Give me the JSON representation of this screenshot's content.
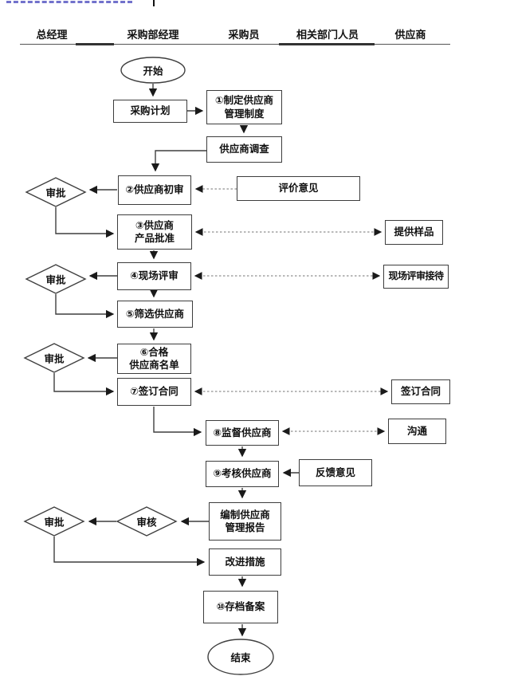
{
  "page": {
    "title_artifact": "cropped blue text fragment at top edge",
    "colors": {
      "background": "#ffffff",
      "box_border": "#3d3d3d",
      "solid_line": "#3f3f3f",
      "dotted_line": "#8f8f8f",
      "arrowhead": "#1a1a1a",
      "artifact_blue": "#4444bb",
      "text": "#101010"
    }
  },
  "header": {
    "columns": [
      {
        "label": "总经理"
      },
      {
        "label": "采购部经理"
      },
      {
        "label": "采购员"
      },
      {
        "label": "相关部门人员"
      },
      {
        "label": "供应商"
      }
    ]
  },
  "nodes": {
    "start": {
      "shape": "ellipse",
      "label": "开始"
    },
    "purchase_plan": {
      "shape": "rect",
      "label": "采购计划"
    },
    "step1": {
      "shape": "rect",
      "label": "①制定供应商\n管理制度"
    },
    "survey": {
      "shape": "rect",
      "label": "供应商调查"
    },
    "step2": {
      "shape": "rect",
      "label": "②供应商初审"
    },
    "eval_opinion": {
      "shape": "rect",
      "label": "评价意见"
    },
    "approve1": {
      "shape": "diamond",
      "label": "审批"
    },
    "step3": {
      "shape": "rect",
      "label": "③供应商\n产品批准"
    },
    "provide_samples": {
      "shape": "rect",
      "label": "提供样品"
    },
    "step4": {
      "shape": "rect",
      "label": "④现场评审"
    },
    "approve2": {
      "shape": "diamond",
      "label": "审批"
    },
    "site_reception": {
      "shape": "rect",
      "label": "现场评审接待"
    },
    "step5": {
      "shape": "rect",
      "label": "⑤筛选供应商"
    },
    "step6": {
      "shape": "rect",
      "label": "⑥合格\n供应商名单"
    },
    "approve3": {
      "shape": "diamond",
      "label": "审批"
    },
    "step7": {
      "shape": "rect",
      "label": "⑦签订合同"
    },
    "sign_contract": {
      "shape": "rect",
      "label": "签订合同"
    },
    "step8": {
      "shape": "rect",
      "label": "⑧监督供应商"
    },
    "communicate": {
      "shape": "rect",
      "label": "沟通"
    },
    "step9": {
      "shape": "rect",
      "label": "⑨考核供应商"
    },
    "feedback": {
      "shape": "rect",
      "label": "反馈意见"
    },
    "report": {
      "shape": "rect",
      "label": "编制供应商\n管理报告"
    },
    "review": {
      "shape": "diamond",
      "label": "审核"
    },
    "approve4": {
      "shape": "diamond",
      "label": "审批"
    },
    "improve": {
      "shape": "rect",
      "label": "改进措施"
    },
    "step10": {
      "shape": "rect",
      "label": "⑩存档备案"
    },
    "end": {
      "shape": "ellipse",
      "label": "结束"
    }
  }
}
